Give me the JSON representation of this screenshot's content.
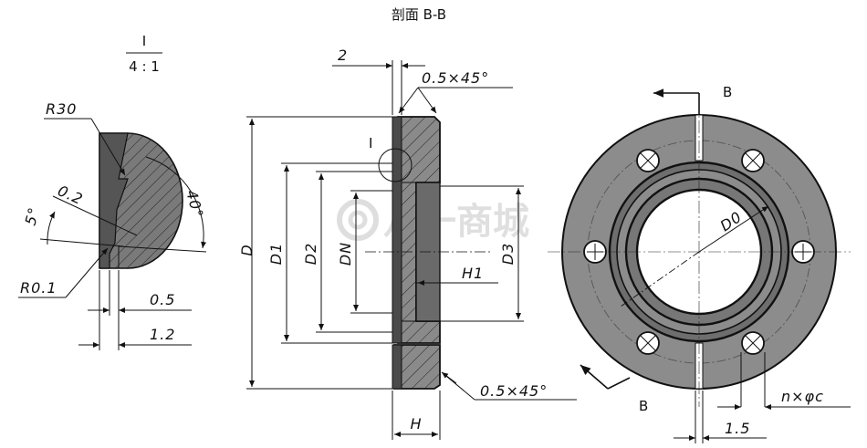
{
  "section_title": "剖面 B-B",
  "detail": {
    "name": "I",
    "scale": "4 : 1"
  },
  "watermark": "八一商城",
  "left_view": {
    "r30": "R30",
    "dim_02": "0.2",
    "angle_5": "5°",
    "angle_40": "40°",
    "r01": "R0.1",
    "dim_05": "0.5",
    "dim_12": "1.2"
  },
  "section_view": {
    "dim_2": "2",
    "chamfer_top": "0.5×45°",
    "chamfer_bottom": "0.5×45°",
    "detail_marker": "I",
    "D": "D",
    "D1": "D1",
    "D2": "D2",
    "DN": "DN",
    "D3": "D3",
    "H1": "H1",
    "H": "H"
  },
  "front_view": {
    "section_mark_top": "B",
    "section_mark_bottom": "B",
    "D0": "D0",
    "holes": "n×φc",
    "dim_15": "1.5"
  }
}
